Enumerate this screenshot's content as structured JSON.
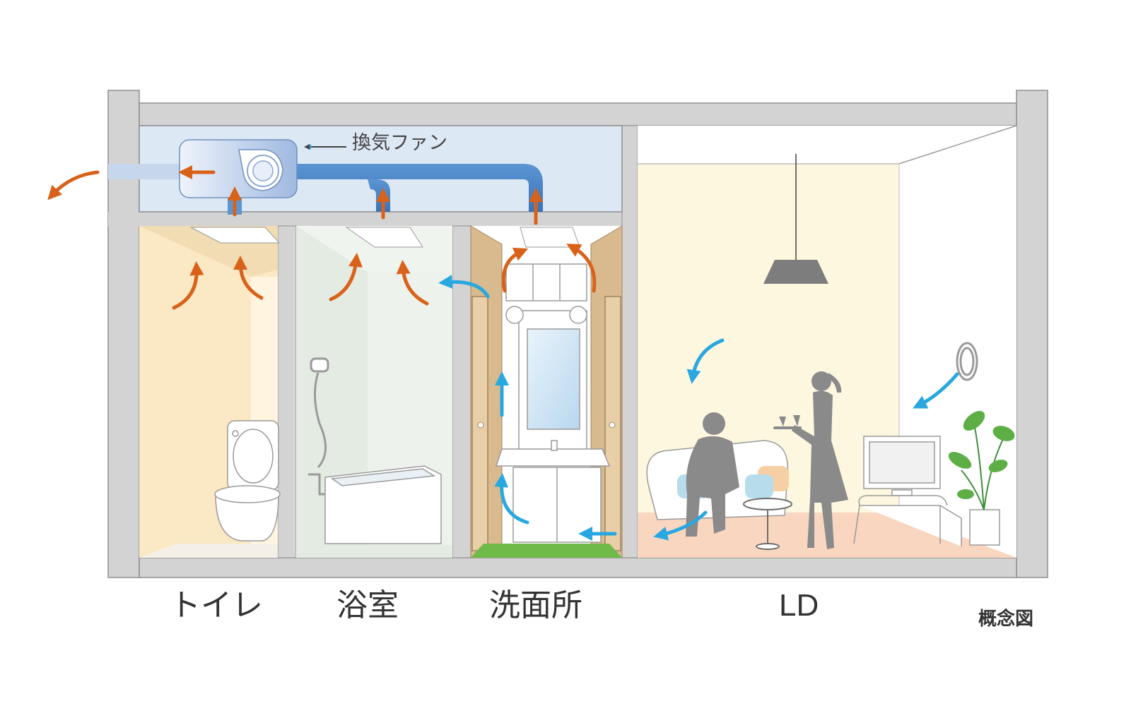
{
  "labels": {
    "fan": "換気ファン",
    "toilet": "トイレ",
    "bath": "浴室",
    "washroom": "洗面所",
    "living": "LD",
    "concept": "概念図"
  },
  "colors": {
    "exhaust_arrow": "#d9621a",
    "intake_arrow": "#29a8e0",
    "duct": "#3f7fc6",
    "ceiling_space": "#dde8f5",
    "structure": "#d3d3d3",
    "toilet_wall": "#fbe8c4",
    "bath_wall": "#e3ebe3",
    "door_wood": "#d9b98e",
    "wash_floor": "#6fba49",
    "ld_wall": "#fdf7df",
    "ld_floor": "#f9d6c0",
    "silhouette": "#8a8a8a"
  }
}
